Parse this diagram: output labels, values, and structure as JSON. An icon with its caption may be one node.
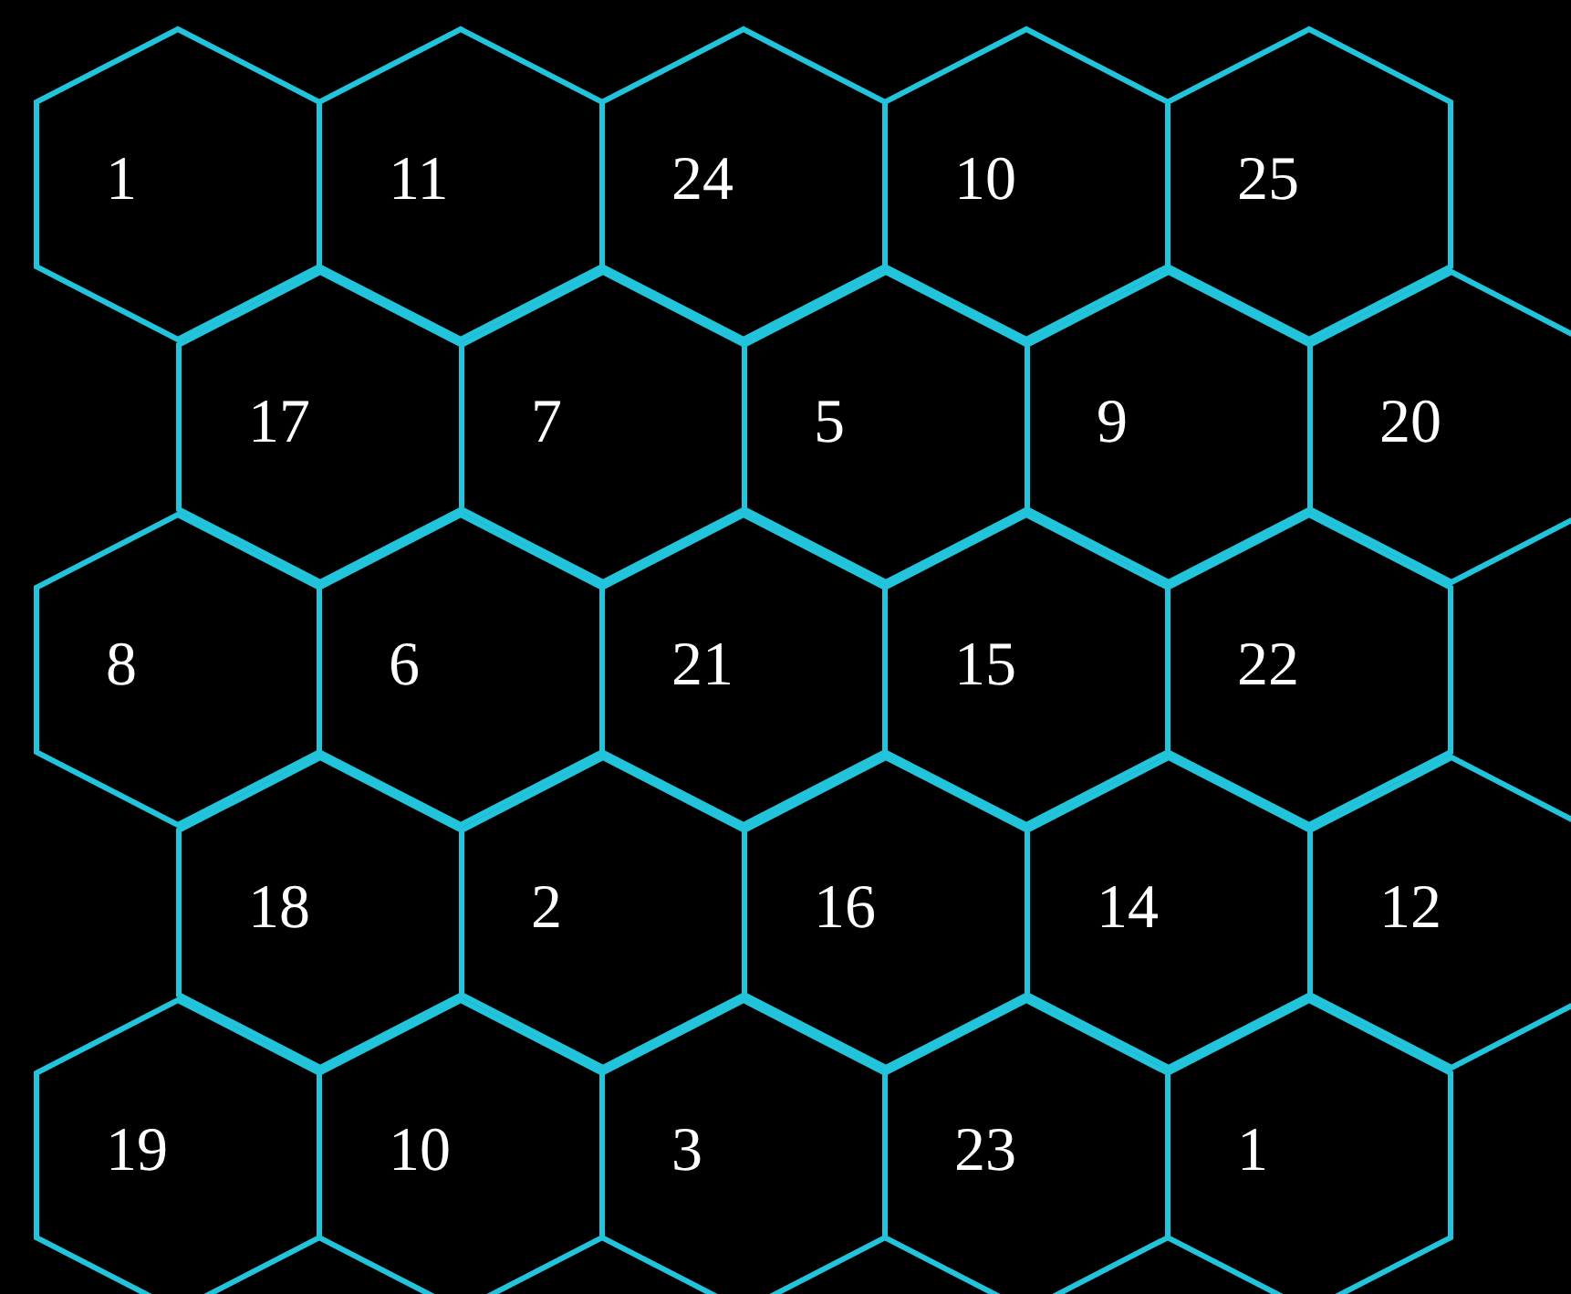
{
  "diagram": {
    "nodes": [
      {
        "text": [
          "1"
        ]
      },
      {
        "text": [
          "11"
        ]
      },
      {
        "text": [
          "24"
        ]
      },
      {
        "text": [
          "10"
        ]
      },
      {
        "text": [
          "25"
        ]
      },
      {
        "text": [
          "17"
        ]
      },
      {
        "text": [
          "7"
        ]
      },
      {
        "text": [
          "5"
        ]
      },
      {
        "text": [
          "9"
        ]
      },
      {
        "text": [
          "20"
        ]
      },
      {
        "text": [
          "8"
        ]
      },
      {
        "text": [
          "6"
        ]
      },
      {
        "text": [
          "21"
        ]
      },
      {
        "text": [
          "15"
        ]
      },
      {
        "text": [
          "22"
        ]
      },
      {
        "text": [
          "18"
        ]
      },
      {
        "text": [
          "2"
        ]
      },
      {
        "text": [
          "16"
        ]
      },
      {
        "text": [
          "14"
        ]
      },
      {
        "text": [
          "12"
        ]
      },
      {
        "text": [
          "19"
        ]
      },
      {
        "text": [
          "10"
        ]
      },
      {
        "text": [
          "3"
        ]
      },
      {
        "text": [
          "23"
        ]
      },
      {
        "text": [
          "1"
        ]
      }
    ]
  }
}
